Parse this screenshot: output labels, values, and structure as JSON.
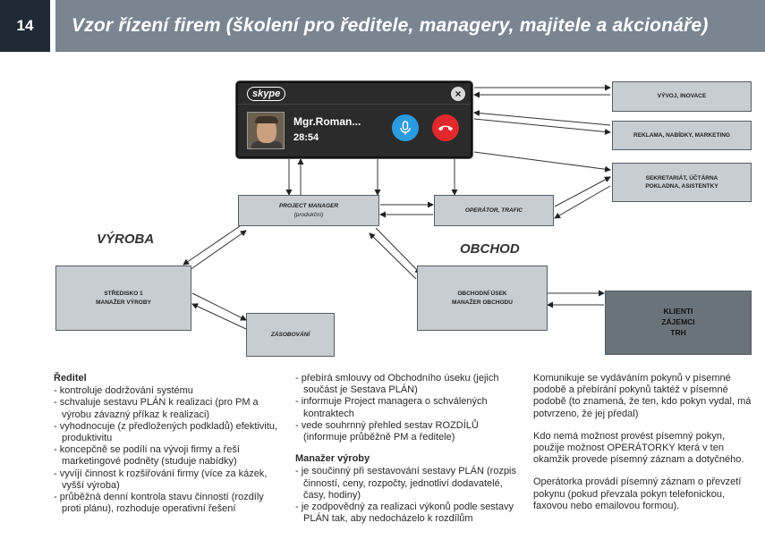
{
  "header": {
    "slide_number": "14",
    "title": "Vzor řízení firem (školení pro ředitele, managery, majitele a akcionáře)"
  },
  "diagram": {
    "section_vyroba": "VÝROBA",
    "section_obchod": "OBCHOD",
    "box_vyvoj": "VÝVOJ, INOVACE",
    "box_reklama": "REKLAMA, NABÍDKY, MARKETING",
    "box_sekretariat_1": "SEKRETARIÁT, ÚČTÁRNA",
    "box_sekretariat_2": "POKLADNA, ASISTENTKY",
    "box_pm_title": "PROJECT MANAGER",
    "box_pm_sub": "(produkční)",
    "box_operator": "OPERÁTOR, TRAFIC",
    "box_stredisko_1": "STŘEDISKO 1",
    "box_stredisko_2": "MANAŽER VÝROBY",
    "box_zasobovani": "ZÁSOBOVÁNÍ",
    "box_obchodni_1": "OBCHODNÍ ÚSEK",
    "box_obchodni_2": "MANAŽER OBCHODU",
    "box_klienti_1": "KLIENTI",
    "box_klienti_2": "ZÁJEMCI",
    "box_klienti_3": "TRH"
  },
  "skype": {
    "logo": "skype",
    "caller_name": "Mgr.Roman...",
    "call_duration": "28:54",
    "close_symbol": "×",
    "colors": {
      "mic": "#2b9be0",
      "hangup": "#e3282d",
      "background": "#2b2b2b"
    }
  },
  "text": {
    "col1_heading": "Ředitel",
    "col1_items": [
      "kontroluje dodržování systému",
      "schvaluje sestavu PLÁN k realizaci (pro PM a výrobu závazný příkaz k realizaci)",
      "vyhodnocuje (z předložených podkladů) efektivitu, produktivitu",
      "koncepčně se podílí na vývoji firmy a řeší marketingové podněty (studuje nabídky)",
      "vyvíjí činnost k rozšiřování firmy (více za kázek, vyšší výroba)",
      "průběžná denní kontrola stavu činností (rozdíly proti plánu), rozhoduje operativní řešení"
    ],
    "col2_items_a": [
      "přebírá smlouvy od Obchodního úseku (jejich součást je Sestava PLÁN)",
      "informuje Project managera o schválených kontraktech",
      "vede souhrnný přehled sestav ROZDÍLŮ (informuje průběžně PM a ředitele)"
    ],
    "col2_heading": "Manažer výroby",
    "col2_items_b": [
      "je součinný při sestavování sestavy PLÁN (rozpis činností, ceny, rozpočty, jednotliví dodavatelé, časy, hodiny)",
      "je zodpovědný za realizaci výkonů podle sestavy PLÁN tak, aby nedocházelo k rozdílům"
    ],
    "col3_p1": "Komunikuje se vydáváním pokynů v písemné podobě a přebírání pokynů taktéž v písemné podobě (to znamená, že ten, kdo pokyn vydal, má potvrzeno, že jej předal)",
    "col3_p2": "Kdo nemá možnost provést písemný pokyn, použije možnost OPERÁTORKY která v ten okamžik provede písemný záznam a dotyčného.",
    "col3_p3": "Operátorka provádí písemný záznam o převzetí pokynu (pokud převzala pokyn telefonickou, faxovou nebo emailovou formou)."
  }
}
